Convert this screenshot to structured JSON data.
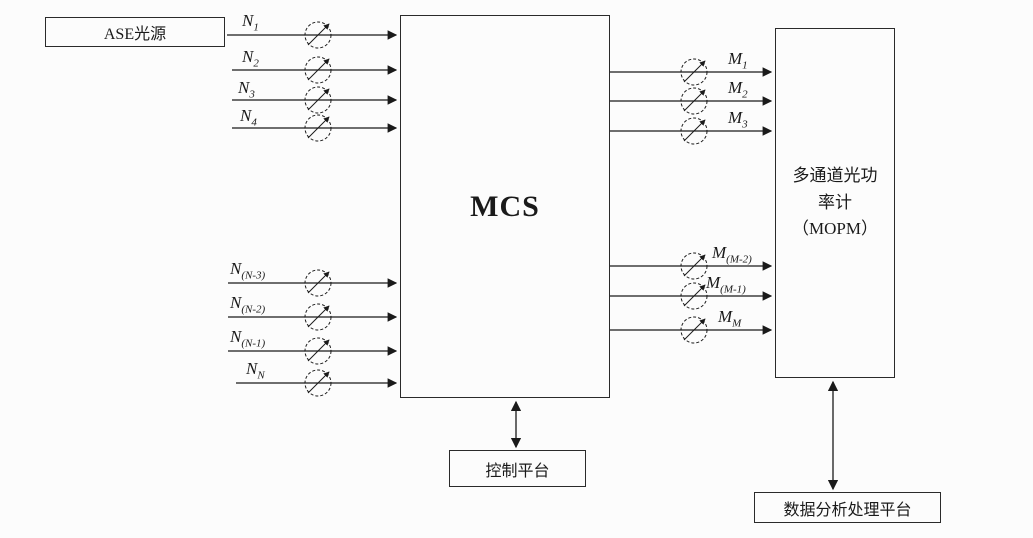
{
  "boxes": {
    "ase_source": {
      "label": "ASE光源"
    },
    "mcs": {
      "label": "MCS"
    },
    "mopm": {
      "lines": [
        "多通道光功",
        "率计",
        "（MOPM）"
      ]
    },
    "control_platform": {
      "label": "控制平台"
    },
    "data_platform": {
      "label": "数据分析处理平台"
    }
  },
  "input_channels": [
    {
      "main": "N",
      "sub": "1"
    },
    {
      "main": "N",
      "sub": "2"
    },
    {
      "main": "N",
      "sub": "3"
    },
    {
      "main": "N",
      "sub": "4"
    },
    {
      "main": "N",
      "sub": "(N-3)"
    },
    {
      "main": "N",
      "sub": "(N-2)"
    },
    {
      "main": "N",
      "sub": "(N-1)"
    },
    {
      "main": "N",
      "sub": "N"
    }
  ],
  "output_channels": [
    {
      "main": "M",
      "sub": "1"
    },
    {
      "main": "M",
      "sub": "2"
    },
    {
      "main": "M",
      "sub": "3"
    },
    {
      "main": "M",
      "sub": "(M-2)"
    },
    {
      "main": "M",
      "sub": "(M-1)"
    },
    {
      "main": "M",
      "sub": "M"
    }
  ],
  "icons": {
    "channel_node": "attenuator-icon (dashed circle with diagonal arrow)"
  },
  "colors": {
    "ink": "#1a1a1a",
    "paper": "#fcfcfc"
  }
}
